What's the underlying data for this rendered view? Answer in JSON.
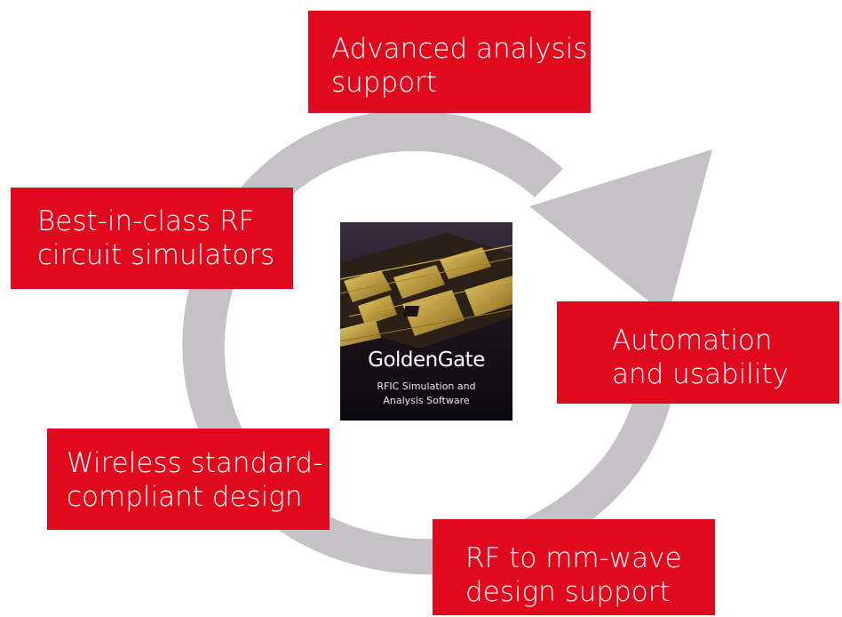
{
  "colors": {
    "box_fill": "#e1091e",
    "box_text": "#ffffff",
    "arrow": "#c6c1c6",
    "product_bg": "#120a14",
    "product_gold": "#c6a33a"
  },
  "boxes": {
    "top": {
      "line1": "Advanced analysis",
      "line2": "support"
    },
    "left": {
      "line1": "Best-in-class RF",
      "line2": "circuit simulators"
    },
    "right": {
      "line1": "Automation",
      "line2": "and usability"
    },
    "bottom_left": {
      "line1": "Wireless standard-",
      "line2": "compliant design"
    },
    "bottom_right": {
      "line1": "RF to mm-wave",
      "line2": "design support"
    }
  },
  "product": {
    "name": "GoldenGate",
    "subtitle_line1": "RFIC Simulation and",
    "subtitle_line2": "Analysis  Software"
  },
  "icons": {
    "cycle": "circular-arrow-icon"
  }
}
